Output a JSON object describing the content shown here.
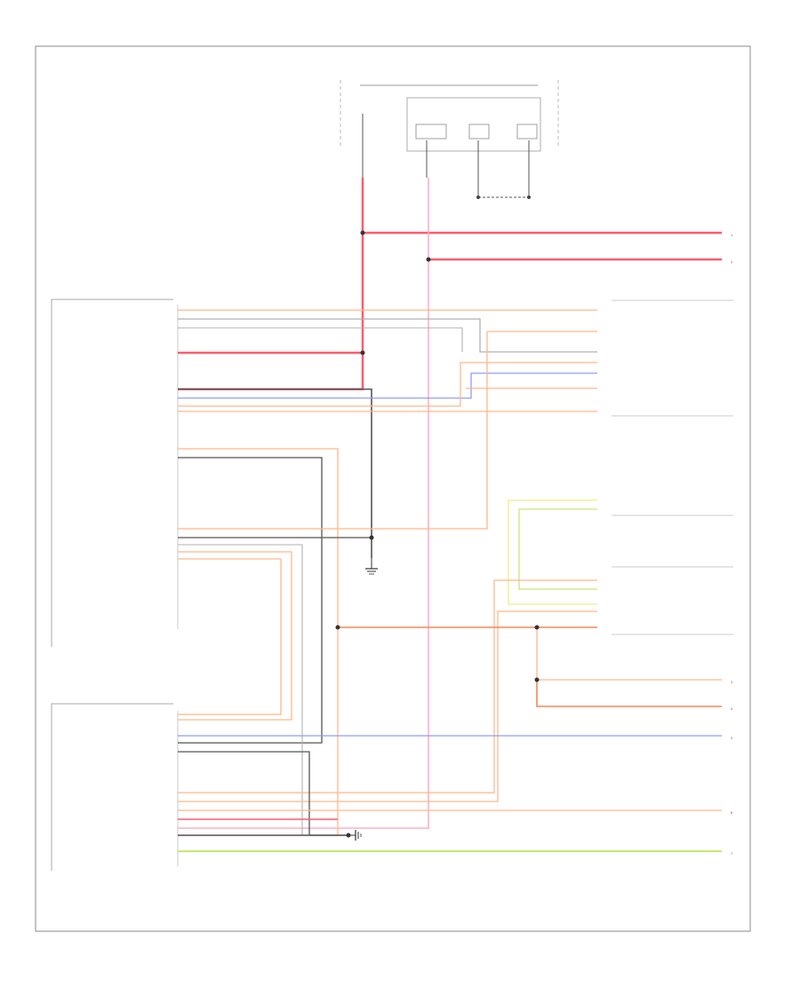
{
  "footer_label": "",
  "diagram": {
    "colors": {
      "red": "#ff5a6e",
      "pink": "#ffb0c4",
      "orange": "#ffb88a",
      "dark_orange": "#f08a5a",
      "black": "#555555",
      "gray": "#b0b0b0",
      "blue": "#8c9cff",
      "yellow": "#f4e98a",
      "lightgreen": "#c7e87a",
      "green": "#9ed07a",
      "tan": "#d8c9a8"
    },
    "left_module_a": {
      "title": "",
      "labels": [
        "",
        "",
        "",
        "",
        "",
        "",
        "",
        "",
        "",
        "",
        "",
        "",
        "",
        "",
        "",
        "",
        "",
        ""
      ]
    },
    "left_module_b": {
      "title": "",
      "labels": [
        "",
        "",
        "",
        "",
        "",
        "",
        "",
        "",
        "",
        "",
        "",
        ""
      ]
    },
    "right_connectors": [
      "",
      "",
      "",
      "",
      "",
      "",
      "",
      "",
      "",
      "",
      "",
      "",
      "",
      "",
      "",
      ""
    ],
    "offpage_markers": [
      "1",
      "2",
      "3",
      "4",
      "5",
      "6",
      "7"
    ],
    "top_module_pins": [
      "",
      "",
      "",
      ""
    ],
    "notes": [
      "",
      "",
      "",
      ""
    ]
  }
}
